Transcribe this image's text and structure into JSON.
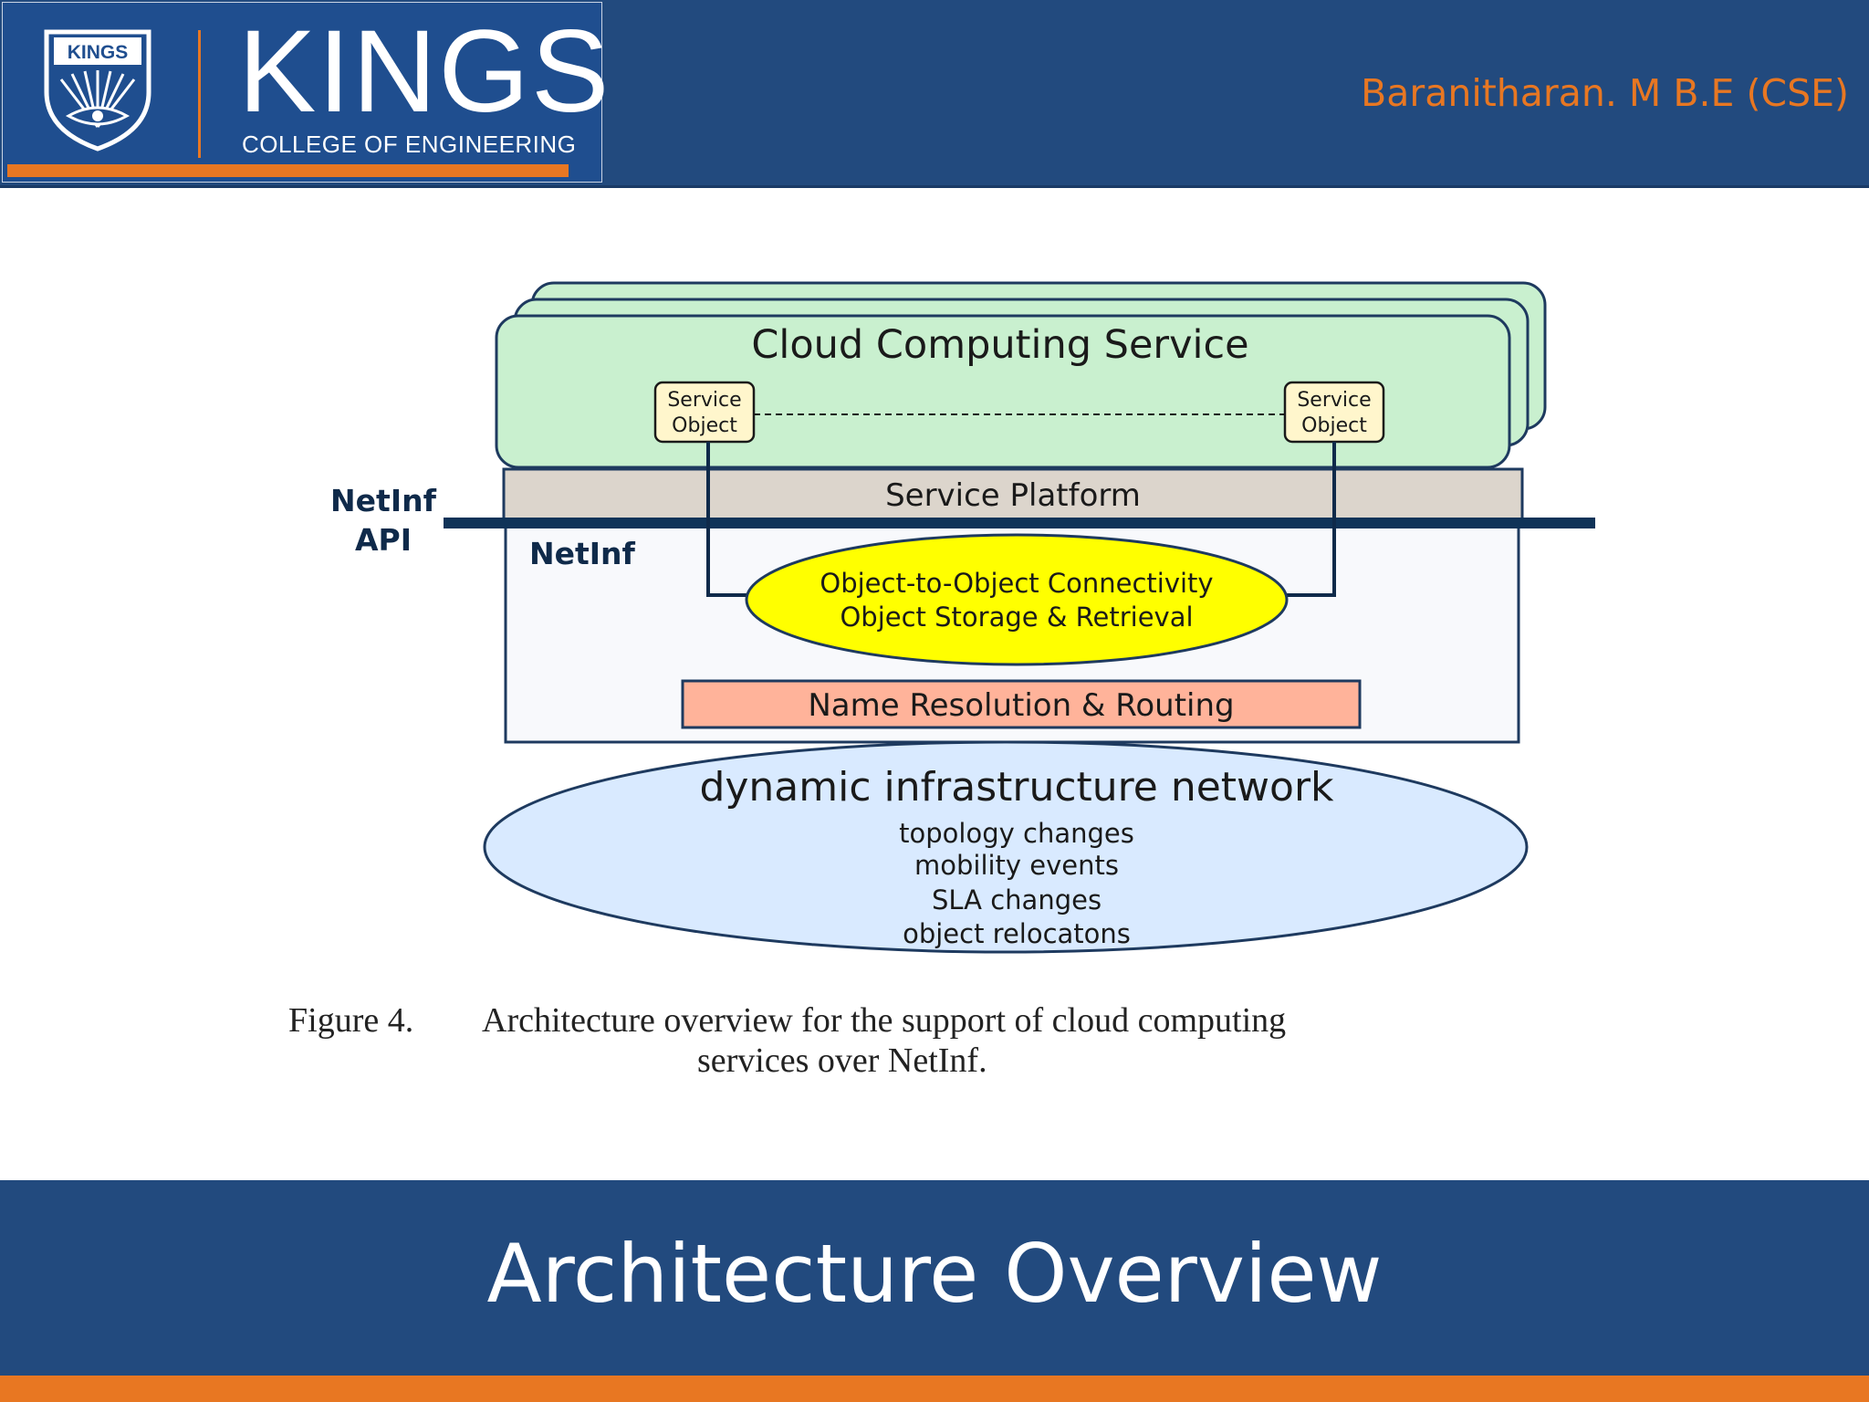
{
  "header": {
    "logo_text": "KINGS",
    "logo_subtitle": "COLLEGE OF ENGINEERING",
    "shield_text": "KINGS",
    "author": "Baranitharan. M B.E (CSE)"
  },
  "diagram": {
    "cloud_title": "Cloud Computing Service",
    "service_object_left": [
      "Service",
      "Object"
    ],
    "service_object_right": [
      "Service",
      "Object"
    ],
    "service_platform": "Service Platform",
    "netinf_api": [
      "NetInf",
      "API"
    ],
    "netinf_label": "NetInf",
    "connectivity": [
      "Object-to-Object Connectivity",
      "Object Storage & Retrieval"
    ],
    "name_resolution": "Name Resolution & Routing",
    "infra_title": "dynamic infrastructure network",
    "infra_items": [
      "topology changes",
      "mobility events",
      "SLA changes",
      "object relocatons"
    ]
  },
  "caption": {
    "number": "Figure 4.",
    "line1": "Architecture overview for the support of cloud computing",
    "line2": "services over NetInf."
  },
  "footer": {
    "title": "Architecture Overview"
  },
  "colors": {
    "navy": "#224a7e",
    "orange": "#e87722",
    "cloud_green": "#c9f0cf",
    "platform_tan": "#dcd5cc",
    "connectivity_yellow": "#ffff00",
    "routing_salmon": "#ffb39a",
    "infra_blue": "#d9eaff"
  }
}
